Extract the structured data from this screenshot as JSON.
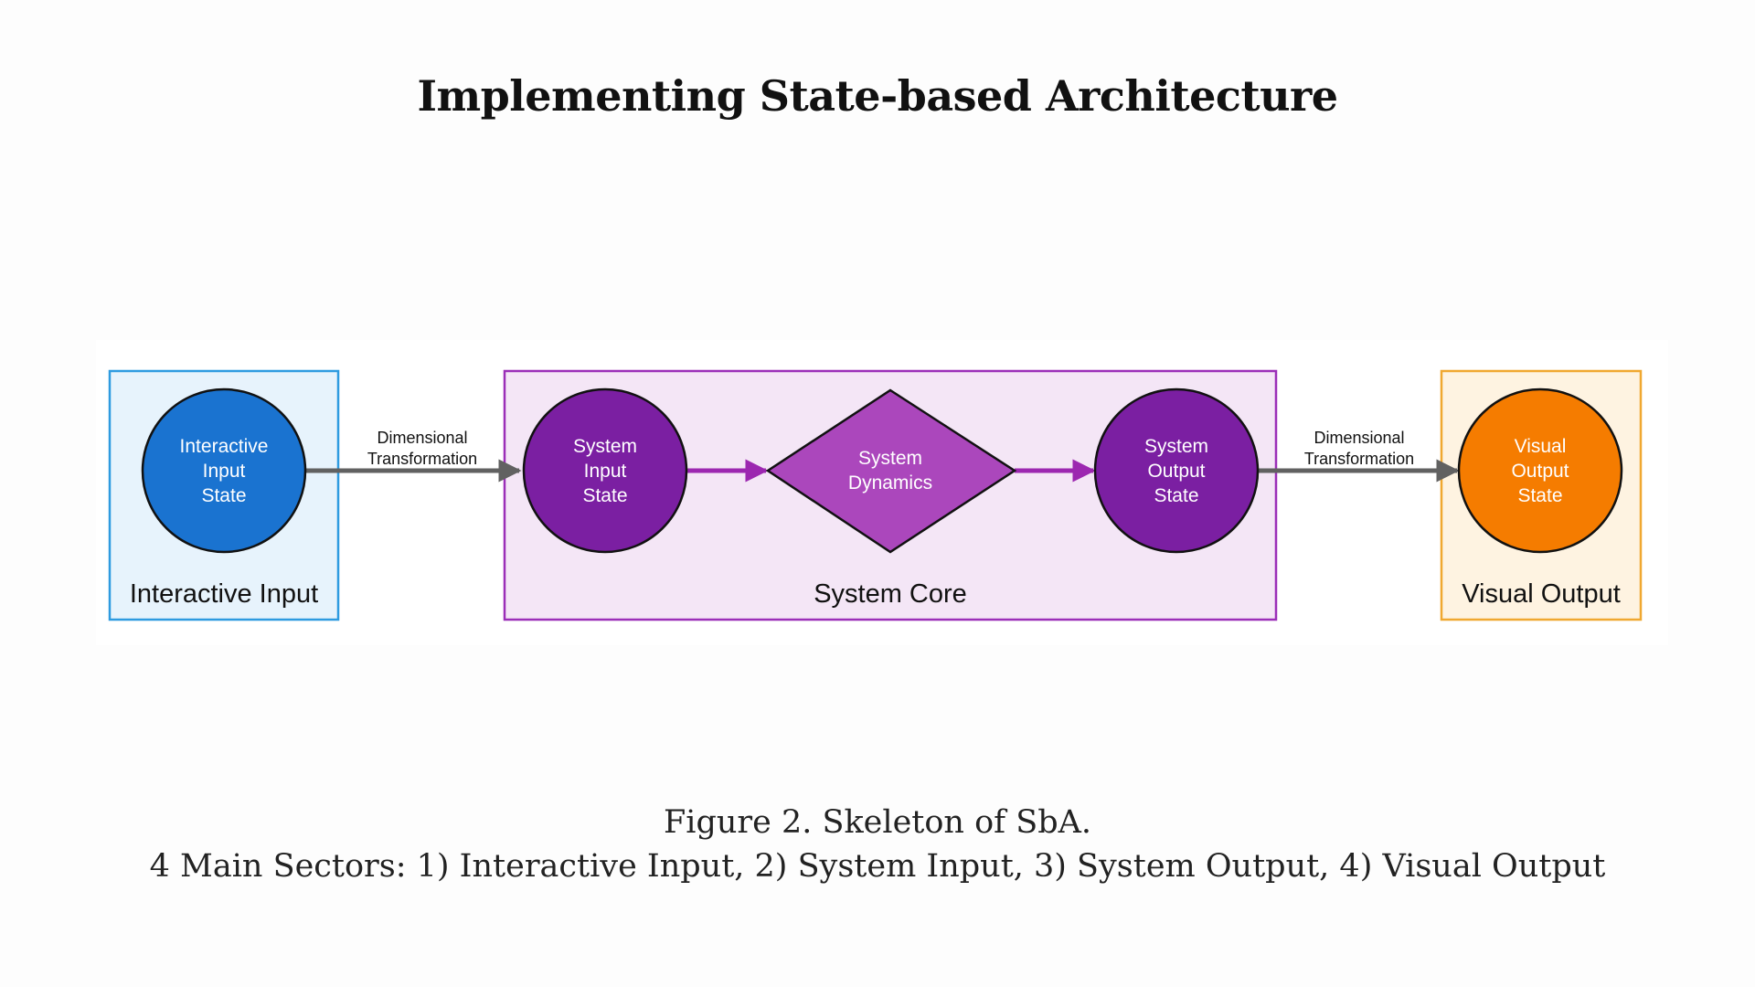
{
  "title": "Implementing State-based Architecture",
  "caption": {
    "line1": "Figure 2. Skeleton of SbA.",
    "line2": "4 Main Sectors: 1) Interactive Input, 2) System Input, 3) System Output, 4) Visual Output"
  },
  "groups": {
    "interactive_input": {
      "label": "Interactive Input",
      "color": "#2e9be0",
      "fill": "#e7f3fc"
    },
    "system_core": {
      "label": "System Core",
      "color": "#9b2fb8",
      "fill": "#f4e6f6"
    },
    "visual_output": {
      "label": "Visual Output",
      "color": "#f0a830",
      "fill": "#fef3e1"
    }
  },
  "nodes": {
    "interactive_input_state": {
      "lines": [
        "Interactive",
        "Input",
        "State"
      ],
      "color": "#1a73d0"
    },
    "system_input_state": {
      "lines": [
        "System",
        "Input",
        "State"
      ],
      "color": "#7b1fa2"
    },
    "system_dynamics": {
      "lines": [
        "System",
        "Dynamics"
      ],
      "color": "#ab47bc"
    },
    "system_output_state": {
      "lines": [
        "System",
        "Output",
        "State"
      ],
      "color": "#7b1fa2"
    },
    "visual_output_state": {
      "lines": [
        "Visual",
        "Output",
        "State"
      ],
      "color": "#f57c00"
    }
  },
  "edges": {
    "left_transform": {
      "lines": [
        "Dimensional",
        "Transformation"
      ],
      "color": "#616161"
    },
    "right_transform": {
      "lines": [
        "Dimensional",
        "Transformation"
      ],
      "color": "#616161"
    },
    "core_arrow_color": "#9c27b0"
  }
}
